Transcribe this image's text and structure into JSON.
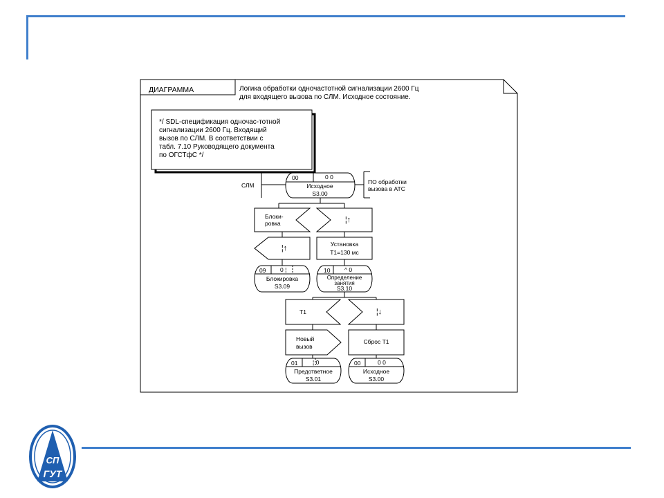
{
  "frame": {
    "header_label": "ДИАГРАММА",
    "title_line1": "Логика обработки одночастотной сигнализации 2600 Гц",
    "title_line2": "для входящего вызова по СЛМ. Исходное состояние."
  },
  "comment": {
    "lines": [
      "*/ SDL-спецификация одночас-тотной",
      "сигнализации 2600 Гц. Входящий",
      "вызов по СЛМ. В соответствии с",
      "табл. 7.10 Руководящего документа",
      "по ОГСТфС */"
    ]
  },
  "env": {
    "left": "СЛМ",
    "right_line1": "ПО обработки",
    "right_line2": "вызова в АТС"
  },
  "state_initial": {
    "code": "00",
    "sig": "0 0",
    "name": "Исходное",
    "id": "S3.00"
  },
  "input_block": {
    "line1": "Блоки-",
    "line2": "ровка"
  },
  "input_up1": {
    "glyph": "¦↑"
  },
  "output_up": {
    "glyph": "¦↑"
  },
  "task_setup": {
    "line1": "Установка",
    "line2": "T1=130 мс"
  },
  "state_block": {
    "code": "09",
    "sig": "0 ¦",
    "name": "Блокировка",
    "id": "S3.09"
  },
  "state_detect": {
    "code": "10",
    "sig": "^ 0",
    "name_line1": "Определение",
    "name_line2": "занятия",
    "id": "S3.10"
  },
  "input_t1": {
    "label": "T1"
  },
  "input_down": {
    "glyph": "¦↓"
  },
  "output_newcall": {
    "line1": "Новый",
    "line2": "вызов"
  },
  "task_reset": {
    "label": "Сброс T1"
  },
  "state_preanswer": {
    "code": "01",
    "sig": "¦ 0",
    "name": "Предответное",
    "id": "S3.01"
  },
  "state_initial2": {
    "code": "00",
    "sig": "0 0",
    "name": "Исходное",
    "id": "S3.00"
  },
  "colors": {
    "accent": "#3f7fcc",
    "logo_blue": "#1f5fb0"
  },
  "logo": {
    "icon": "university-emblem-icon"
  }
}
